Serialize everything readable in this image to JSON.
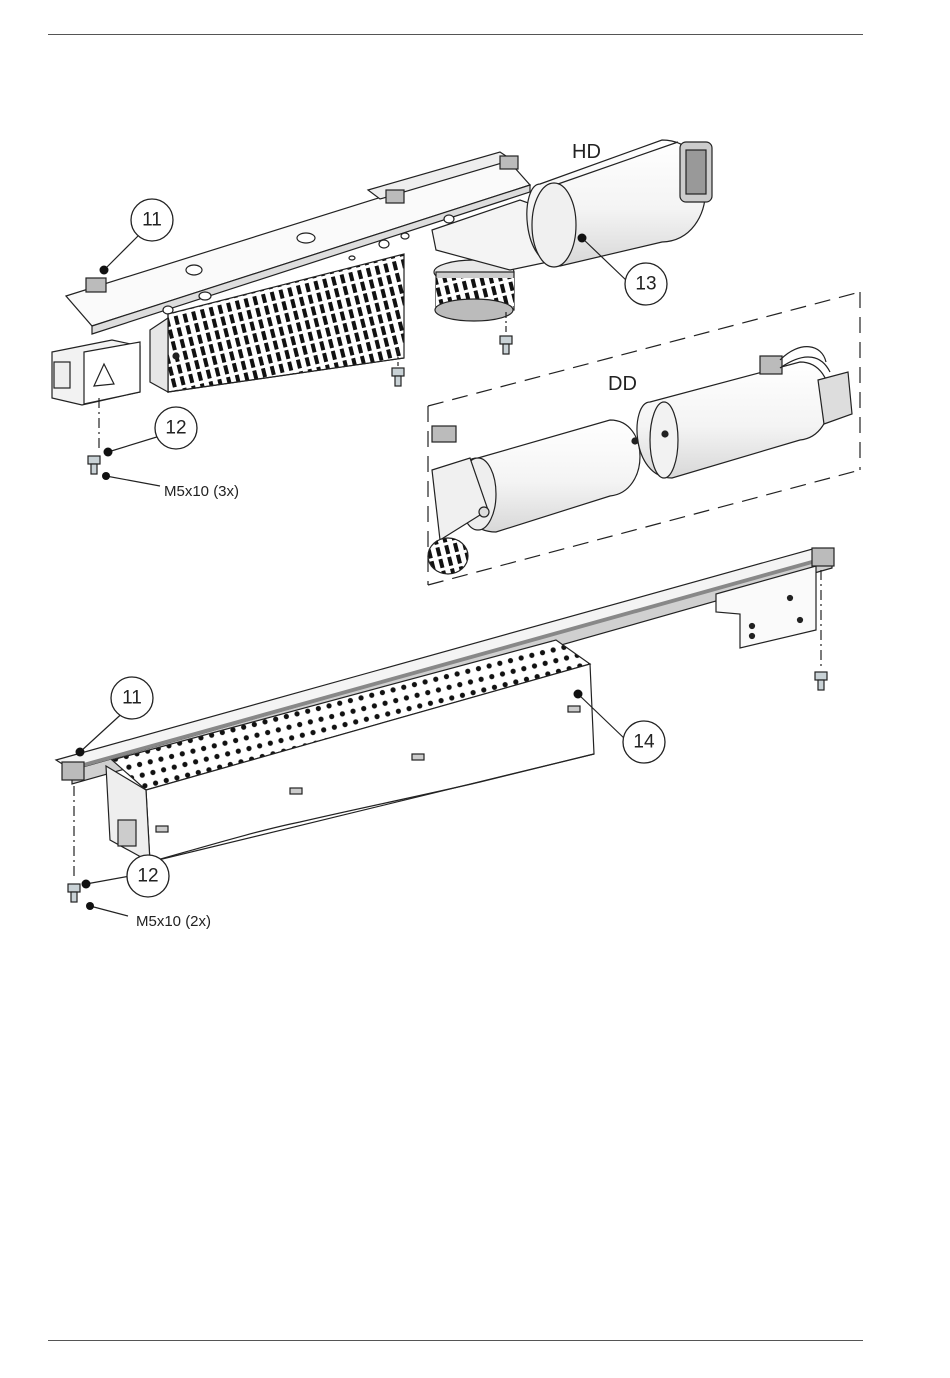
{
  "callouts": {
    "c11_top": "11",
    "c12_top": "12",
    "c13": "13",
    "c11_bottom": "11",
    "c12_bottom": "12",
    "c14": "14"
  },
  "variants": {
    "hd": "HD",
    "dd": "DD"
  },
  "screws": {
    "top": "M5x10 (3x)",
    "bottom": "M5x10 (2x)"
  }
}
